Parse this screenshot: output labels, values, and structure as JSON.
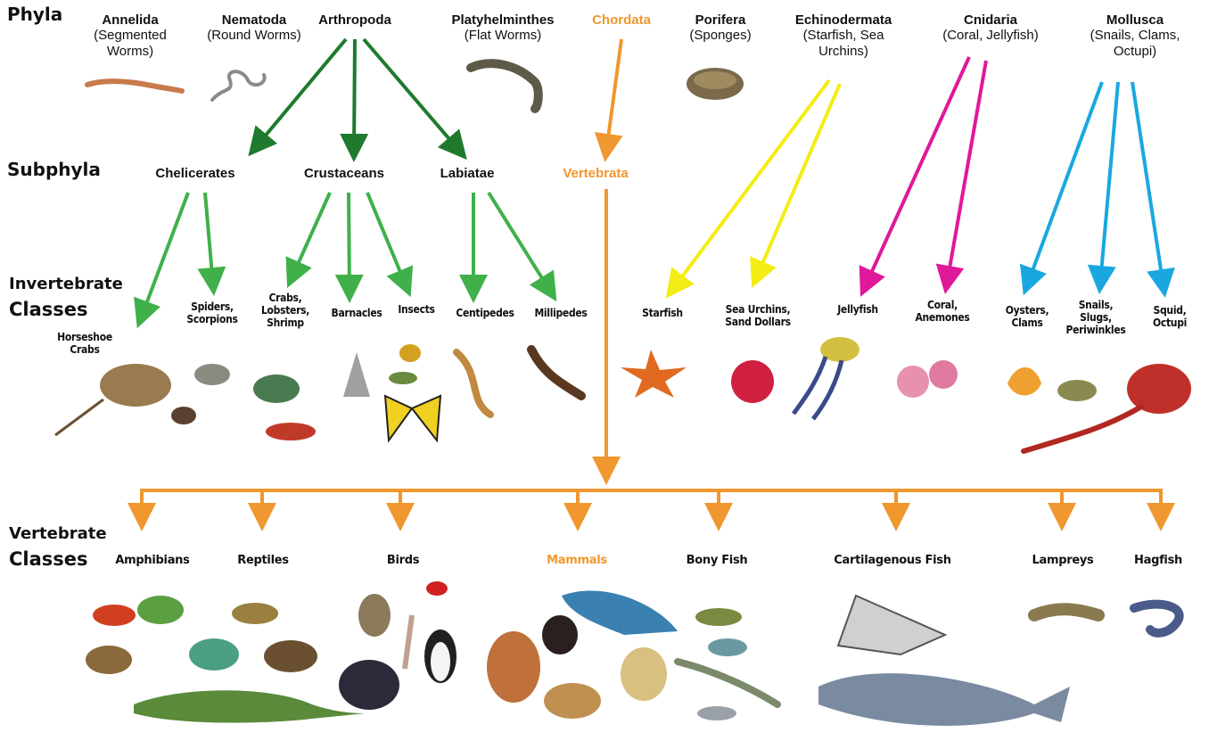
{
  "colors": {
    "arthropoda_dark": "#1f7a2e",
    "arthropoda_light": "#3fb04a",
    "chordata": "#f0972f",
    "echinodermata": "#f4ec15",
    "cnidaria": "#e0189a",
    "mollusca": "#1aa7e0"
  },
  "row_labels": {
    "phyla": "Phyla",
    "subphyla": "Subphyla",
    "invertebrate_1": "Invertebrate",
    "invertebrate_2": "Classes",
    "vertebrate_1": "Vertebrate",
    "vertebrate_2": "Classes"
  },
  "phyla": [
    {
      "name": "Annelida",
      "common": "(Segmented",
      "common2": "Worms)"
    },
    {
      "name": "Nematoda",
      "common": "(Round Worms)",
      "common2": ""
    },
    {
      "name": "Arthropoda",
      "common": "",
      "common2": ""
    },
    {
      "name": "Platyhelminthes",
      "common": "(Flat Worms)",
      "common2": ""
    },
    {
      "name": "Chordata",
      "common": "",
      "common2": ""
    },
    {
      "name": "Porifera",
      "common": "(Sponges)",
      "common2": ""
    },
    {
      "name": "Echinodermata",
      "common": "(Starfish, Sea",
      "common2": "Urchins)"
    },
    {
      "name": "Cnidaria",
      "common": "(Coral, Jellyfish)",
      "common2": ""
    },
    {
      "name": "Mollusca",
      "common": "(Snails, Clams,",
      "common2": "Octupi)"
    }
  ],
  "subphyla": [
    "Chelicerates",
    "Crustaceans",
    "Labiatae",
    "Vertebrata"
  ],
  "invertebrate_classes": [
    {
      "l1": "Horseshoe",
      "l2": "Crabs",
      "l3": ""
    },
    {
      "l1": "Spiders,",
      "l2": "Scorpions",
      "l3": ""
    },
    {
      "l1": "Crabs,",
      "l2": "Lobsters,",
      "l3": "Shrimp"
    },
    {
      "l1": "Barnacles",
      "l2": "",
      "l3": ""
    },
    {
      "l1": "Insects",
      "l2": "",
      "l3": ""
    },
    {
      "l1": "Centipedes",
      "l2": "",
      "l3": ""
    },
    {
      "l1": "Millipedes",
      "l2": "",
      "l3": ""
    },
    {
      "l1": "Starfish",
      "l2": "",
      "l3": ""
    },
    {
      "l1": "Sea Urchins,",
      "l2": "Sand Dollars",
      "l3": ""
    },
    {
      "l1": "Jellyfish",
      "l2": "",
      "l3": ""
    },
    {
      "l1": "Coral,",
      "l2": "Anemones",
      "l3": ""
    },
    {
      "l1": "Oysters,",
      "l2": "Clams",
      "l3": ""
    },
    {
      "l1": "Snails,",
      "l2": "Slugs,",
      "l3": "Periwinkles"
    },
    {
      "l1": "Squid,",
      "l2": "Octupi",
      "l3": ""
    }
  ],
  "vertebrate_classes": [
    "Amphibians",
    "Reptiles",
    "Birds",
    "Mammals",
    "Bony Fish",
    "Cartilagenous Fish",
    "Lampreys",
    "Hagfish"
  ]
}
